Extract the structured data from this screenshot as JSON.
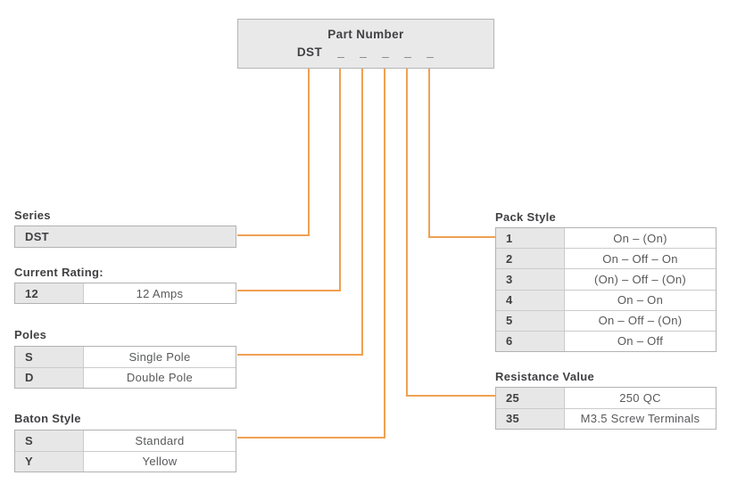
{
  "colors": {
    "accent": "#efa153",
    "box_fill": "#e9e9ea",
    "box_border": "#b4b4b6",
    "cell_fill": "#e7e7e8",
    "table_border": "#b2b2b4",
    "row_divider": "#cbcbcd",
    "label_text": "#414144",
    "value_text": "#58595b"
  },
  "part_number_box": {
    "title": "Part Number",
    "prefix": "DST",
    "blanks": [
      "_",
      "_",
      "_",
      "_",
      "_"
    ]
  },
  "sections": {
    "series": {
      "label": "Series",
      "rows": [
        {
          "code": "DST"
        }
      ]
    },
    "current_rating": {
      "label": "Current Rating:",
      "rows": [
        {
          "code": "12",
          "value": "12 Amps"
        }
      ]
    },
    "poles": {
      "label": "Poles",
      "rows": [
        {
          "code": "S",
          "value": "Single Pole"
        },
        {
          "code": "D",
          "value": "Double Pole"
        }
      ]
    },
    "baton_style": {
      "label": "Baton Style",
      "rows": [
        {
          "code": "S",
          "value": "Standard"
        },
        {
          "code": "Y",
          "value": "Yellow"
        }
      ]
    },
    "pack_style": {
      "label": "Pack Style",
      "rows": [
        {
          "code": "1",
          "value": "On – (On)"
        },
        {
          "code": "2",
          "value": "On – Off – On"
        },
        {
          "code": "3",
          "value": "(On) – Off – (On)"
        },
        {
          "code": "4",
          "value": "On – On"
        },
        {
          "code": "5",
          "value": "On – Off – (On)"
        },
        {
          "code": "6",
          "value": "On – Off"
        }
      ]
    },
    "resistance_value": {
      "label": "Resistance Value",
      "rows": [
        {
          "code": "25",
          "value": "250 QC"
        },
        {
          "code": "35",
          "value": "M3.5 Screw Terminals"
        }
      ]
    }
  }
}
